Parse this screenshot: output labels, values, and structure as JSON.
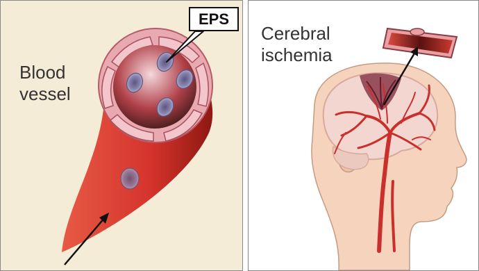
{
  "left_panel": {
    "label_line1": "Blood",
    "label_line2": "vessel",
    "callout": "EPS"
  },
  "right_panel": {
    "label_line1": "Cerebral",
    "label_line2": "ischemia"
  },
  "colors": {
    "left_background": "#f5ecd8",
    "vessel_red": "#d4332b",
    "vessel_wall_pink": "#e9a9b0",
    "cell_purple": "#8a86b0",
    "skin": "#f6d3bd",
    "artery_red": "#c9302c",
    "ischemic_region": "#8a3a4a"
  }
}
